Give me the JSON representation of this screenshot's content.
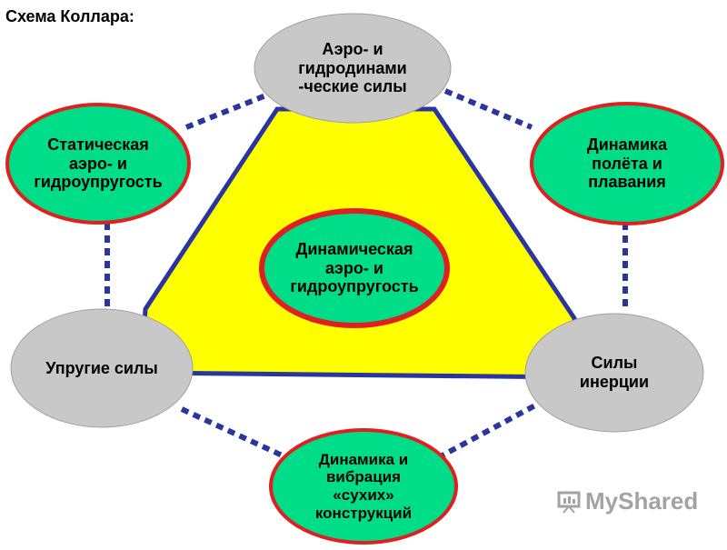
{
  "title": "Схема Коллара:",
  "nodes": {
    "aero": "Аэро-   и\nгидродинами\n-ческие силы",
    "static": "Статическая\nаэро-    и\nгидроупругость",
    "flight": "Динамика\nполёта и\nплавания",
    "center": "Динамическая\nаэро-    и\nгидроупругость",
    "elastic": "Упругие силы",
    "inertia": "Силы\nинерции",
    "vibration": "Динамика и\nвибрация\n«сухих»\nконструкций"
  },
  "colors": {
    "triangle_fill": "#ffff00",
    "triangle_stroke": "#2a35a0",
    "green_fill": "#00dd88",
    "green_stroke": "#e02020",
    "gray_fill": "#c8c8c8",
    "dotted": "#2a35a0"
  },
  "watermark": "MyShared"
}
